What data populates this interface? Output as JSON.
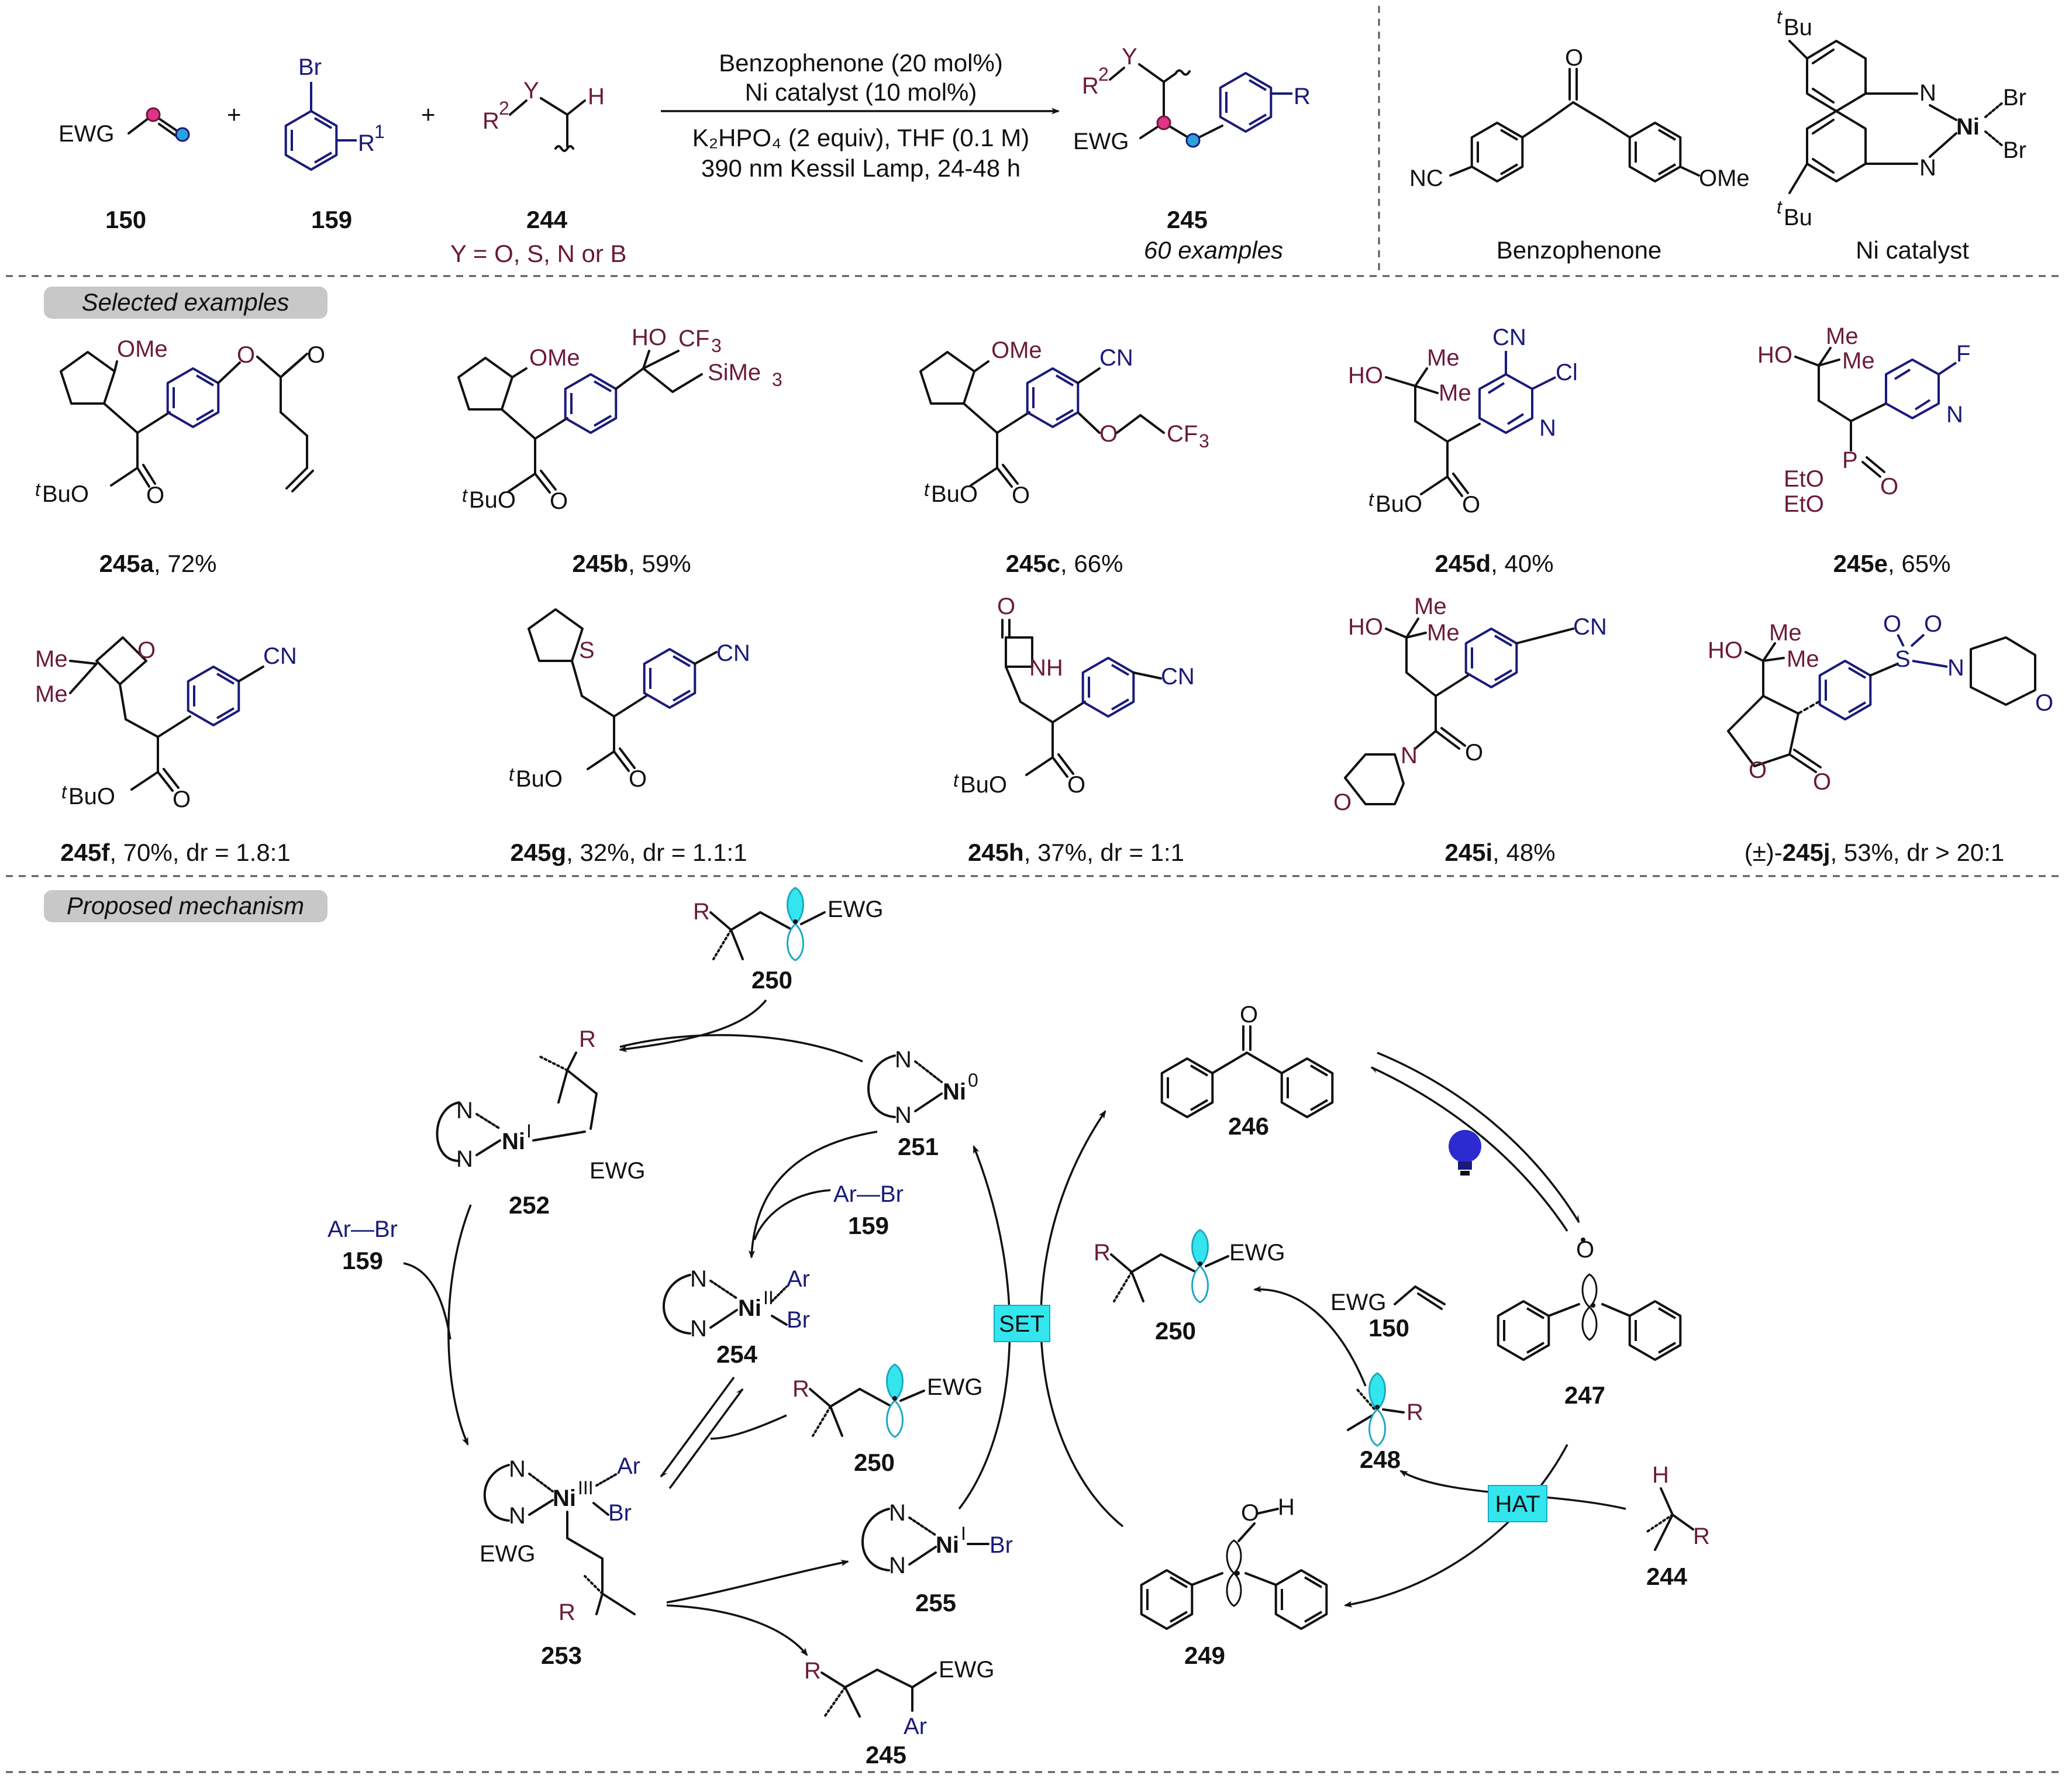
{
  "colors": {
    "navy": "#1a1a7a",
    "maroon": "#6b1a3a",
    "cyan": "#33e6ee",
    "cyan_stroke": "#1aa9c4",
    "magenta": "#e0338a",
    "blue_dot": "#2aa2dd",
    "bulb": "#2b2bd0",
    "black": "#111111",
    "tag_fill": "#c8c8c8"
  },
  "reaction": {
    "reactants": {
      "r150": {
        "label": "150",
        "ewg": "EWG"
      },
      "r159": {
        "label": "159",
        "br": "Br",
        "r1": "R",
        "r1_sup": "1"
      },
      "r244": {
        "label": "244",
        "r2": "R",
        "r2_sup": "2",
        "y": "Y",
        "h": "H",
        "y_note": "Y = O, S, N or B"
      }
    },
    "plus": "+",
    "conditions": [
      "Benzophenone (20 mol%)",
      "Ni catalyst (10 mol%)",
      "K₂HPO₄ (2 equiv), THF (0.1 M)",
      "390 nm Kessil Lamp, 24-48 h"
    ],
    "product": {
      "label": "245",
      "note": "60 examples",
      "ewg": "EWG",
      "r": "R",
      "r2": "R",
      "r2_sup": "2",
      "y": "Y"
    }
  },
  "catalysts": {
    "benzophenone": {
      "label": "Benzophenone",
      "nc": "NC",
      "o": "O",
      "ome": "OMe"
    },
    "ni_catalyst": {
      "label": "Ni catalyst",
      "tbu_t": "t",
      "tbu": "Bu",
      "n": "N",
      "ni": "Ni",
      "br": "Br"
    }
  },
  "sections": {
    "examples_tag": "Selected examples",
    "mechanism_tag": "Proposed mechanism"
  },
  "examples": [
    {
      "id": "245a",
      "rest": ", 72%"
    },
    {
      "id": "245b",
      "rest": ", 59%"
    },
    {
      "id": "245c",
      "rest": ", 66%"
    },
    {
      "id": "245d",
      "rest": ", 40%"
    },
    {
      "id": "245e",
      "rest": ", 65%"
    },
    {
      "id": "245f",
      "rest": ", 70%, dr = 1.8:1"
    },
    {
      "id": "245g",
      "rest": ", 32%, dr = 1.1:1"
    },
    {
      "id": "245h",
      "rest": ", 37%, dr = 1:1"
    },
    {
      "id": "245i",
      "rest": ", 48%"
    },
    {
      "id": "245j",
      "prefix": "(±)-",
      "rest": ", 53%, dr > 20:1"
    }
  ],
  "atoms": {
    "ome": "OMe",
    "o": "O",
    "tbu_t": "t",
    "buo": "BuO",
    "ho": "HO",
    "cf3": "CF",
    "three": "3",
    "sime3": "SiMe",
    "cn": "CN",
    "me": "Me",
    "cl": "Cl",
    "n": "N",
    "f": "F",
    "eto": "EtO",
    "p": "P",
    "s": "S",
    "nh": "NH",
    "so2": "S"
  },
  "mechanism": {
    "c250": "250",
    "c251": "251",
    "c252": "252",
    "c253": "253",
    "c254": "254",
    "c255": "255",
    "c246": "246",
    "c247": "247",
    "c248": "248",
    "c249": "249",
    "c244": "244",
    "c245": "245",
    "c159": "159",
    "c150": "150",
    "r": "R",
    "ewg": "EWG",
    "ar": "Ar",
    "br": "Br",
    "arbr": "Ar—Br",
    "h": "H",
    "o": "O",
    "n": "N",
    "ni": "Ni",
    "ni0": "0",
    "ni1": "I",
    "ni2": "II",
    "ni3": "III",
    "set": "SET",
    "hat": "HAT",
    "ewg_alkene": "EWG"
  }
}
